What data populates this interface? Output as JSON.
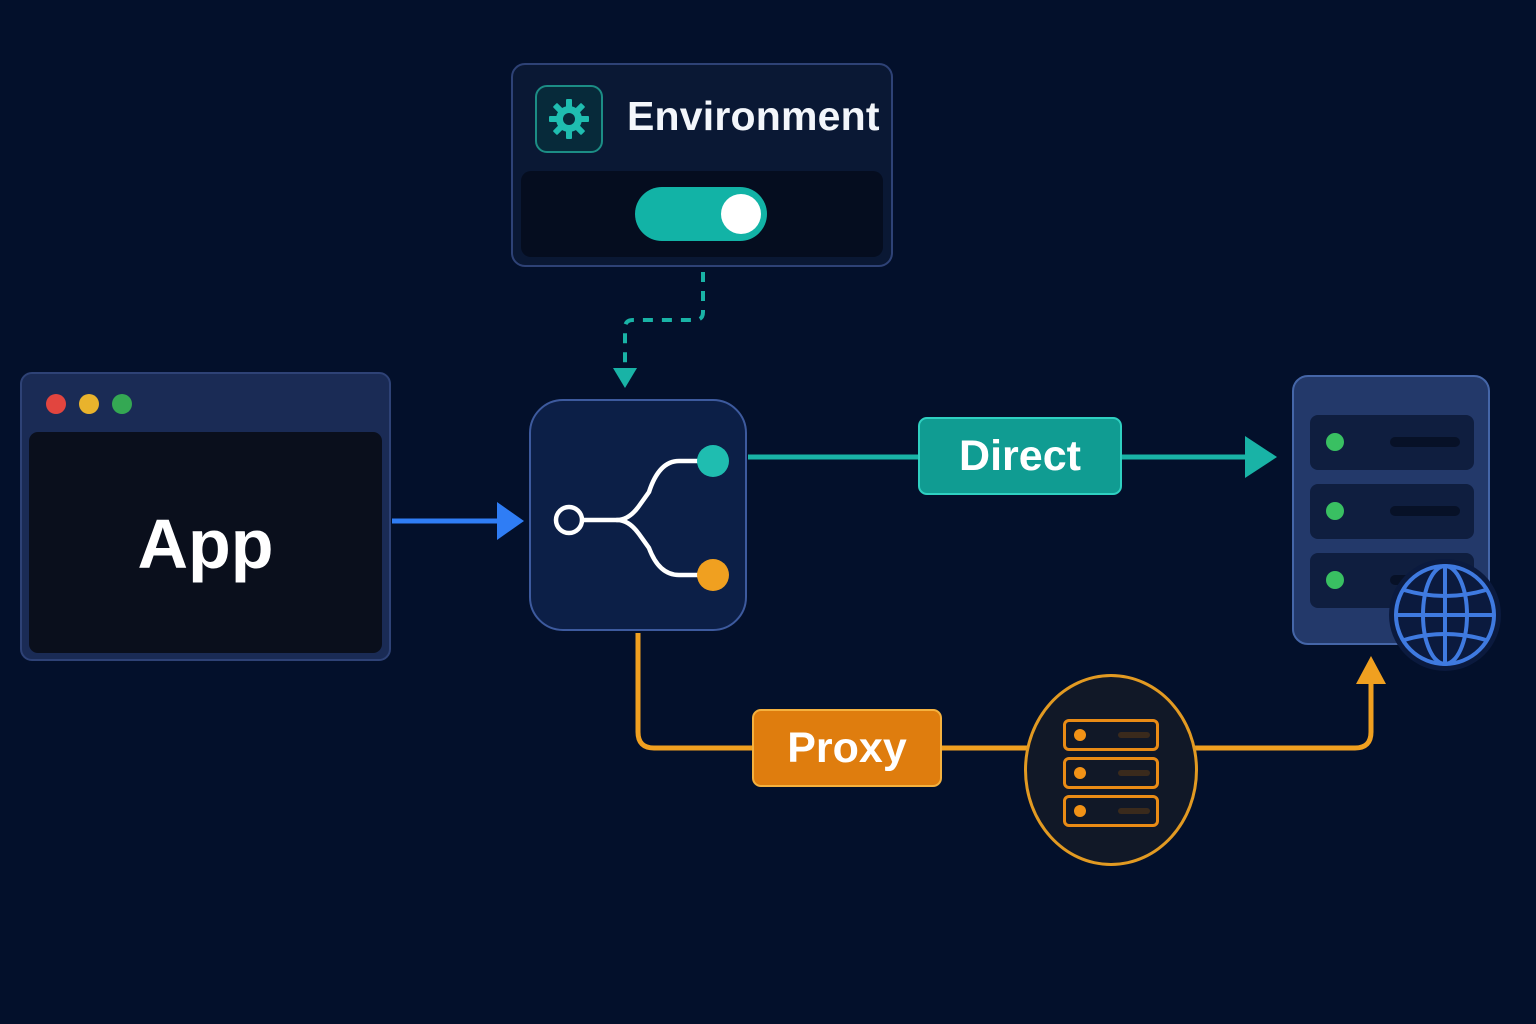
{
  "environment": {
    "title": "Environment",
    "icon": "gear-icon",
    "toggle_on": true,
    "accent": "#12b3a6"
  },
  "app": {
    "label": "App",
    "window_controls": [
      "close",
      "minimize",
      "maximize"
    ]
  },
  "router": {
    "icon": "branch-icon",
    "outputs": [
      "direct",
      "proxy"
    ]
  },
  "routes": {
    "direct": {
      "label": "Direct",
      "color": "#19b3a6"
    },
    "proxy": {
      "label": "Proxy",
      "color": "#f0a020"
    }
  },
  "destination": {
    "icon": "server-icon",
    "badge_icon": "globe-icon",
    "rack_count": 3
  },
  "proxy_server": {
    "icon": "server-icon",
    "rack_count": 3
  },
  "colors": {
    "background": "#03102b",
    "app_link": "#2f7df5",
    "direct": "#19b3a6",
    "proxy": "#f0a020"
  }
}
